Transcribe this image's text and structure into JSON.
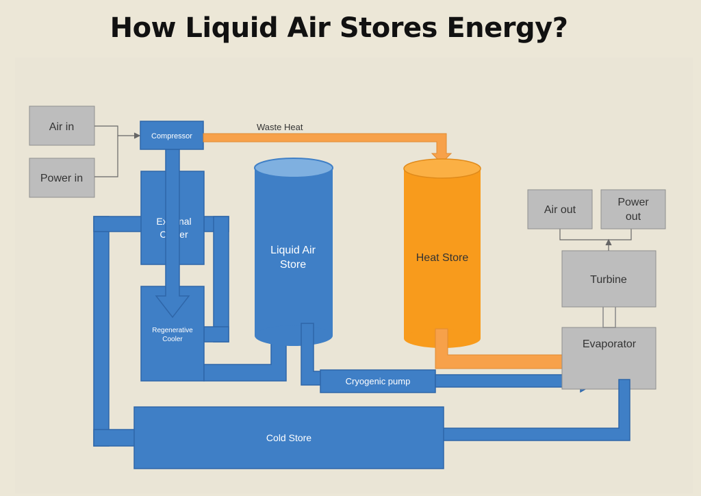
{
  "title": "How Liquid Air Stores Energy?",
  "nodes": {
    "air_in": "Air in",
    "power_in": "Power in",
    "compressor": "Compressor",
    "external_cooler_line1": "External",
    "external_cooler_line2": "Cooler",
    "regenerative_cooler_line1": "Regenerative",
    "regenerative_cooler_line2": "Cooler",
    "liquid_air_store_line1": "Liquid Air",
    "liquid_air_store_line2": "Store",
    "heat_store": "Heat Store",
    "cryogenic_pump": "Cryogenic pump",
    "cold_store": "Cold Store",
    "air_out": "Air out",
    "power_out_line1": "Power",
    "power_out_line2": "out",
    "turbine": "Turbine",
    "evaporator": "Evaporator"
  },
  "flows": {
    "waste_heat": "Waste Heat"
  },
  "colors": {
    "blue": "#3F7FC6",
    "blue_dark": "#2F66A8",
    "orange": "#F7A14A",
    "orange_fill": "#F89B1C",
    "gray_box": "#BDBDBD"
  }
}
